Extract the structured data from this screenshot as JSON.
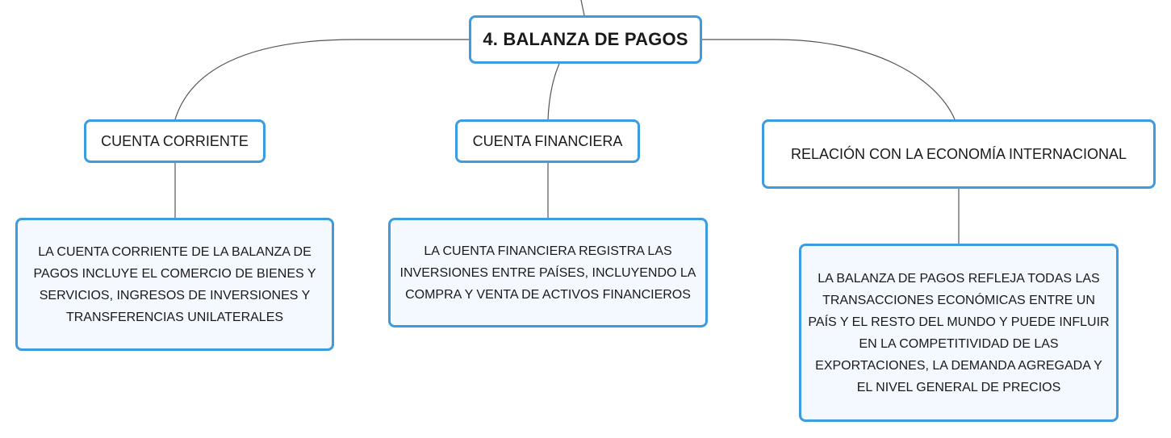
{
  "root": {
    "label": "4. BALANZA DE PAGOS"
  },
  "branches": [
    {
      "title": "CUENTA CORRIENTE",
      "detail": "LA CUENTA CORRIENTE DE LA BALANZA DE PAGOS INCLUYE EL COMERCIO DE BIENES Y SERVICIOS, INGRESOS DE INVERSIONES Y TRANSFERENCIAS UNILATERALES"
    },
    {
      "title": "CUENTA FINANCIERA",
      "detail": "LA CUENTA FINANCIERA REGISTRA LAS INVERSIONES ENTRE PAÍSES, INCLUYENDO LA COMPRA Y VENTA DE ACTIVOS FINANCIEROS"
    },
    {
      "title": "RELACIÓN CON LA ECONOMÍA INTERNACIONAL",
      "detail": "LA BALANZA DE PAGOS REFLEJA TODAS LAS TRANSACCIONES ECONÓMICAS ENTRE UN PAÍS Y EL RESTO DEL MUNDO Y PUEDE INFLUIR EN LA COMPETITIVIDAD DE LAS EXPORTACIONES, LA DEMANDA AGREGADA Y EL NIVEL GENERAL DE PRECIOS"
    }
  ],
  "colors": {
    "border": "#3d9be0",
    "fill": "#f3f9fe",
    "connector": "#555555"
  }
}
